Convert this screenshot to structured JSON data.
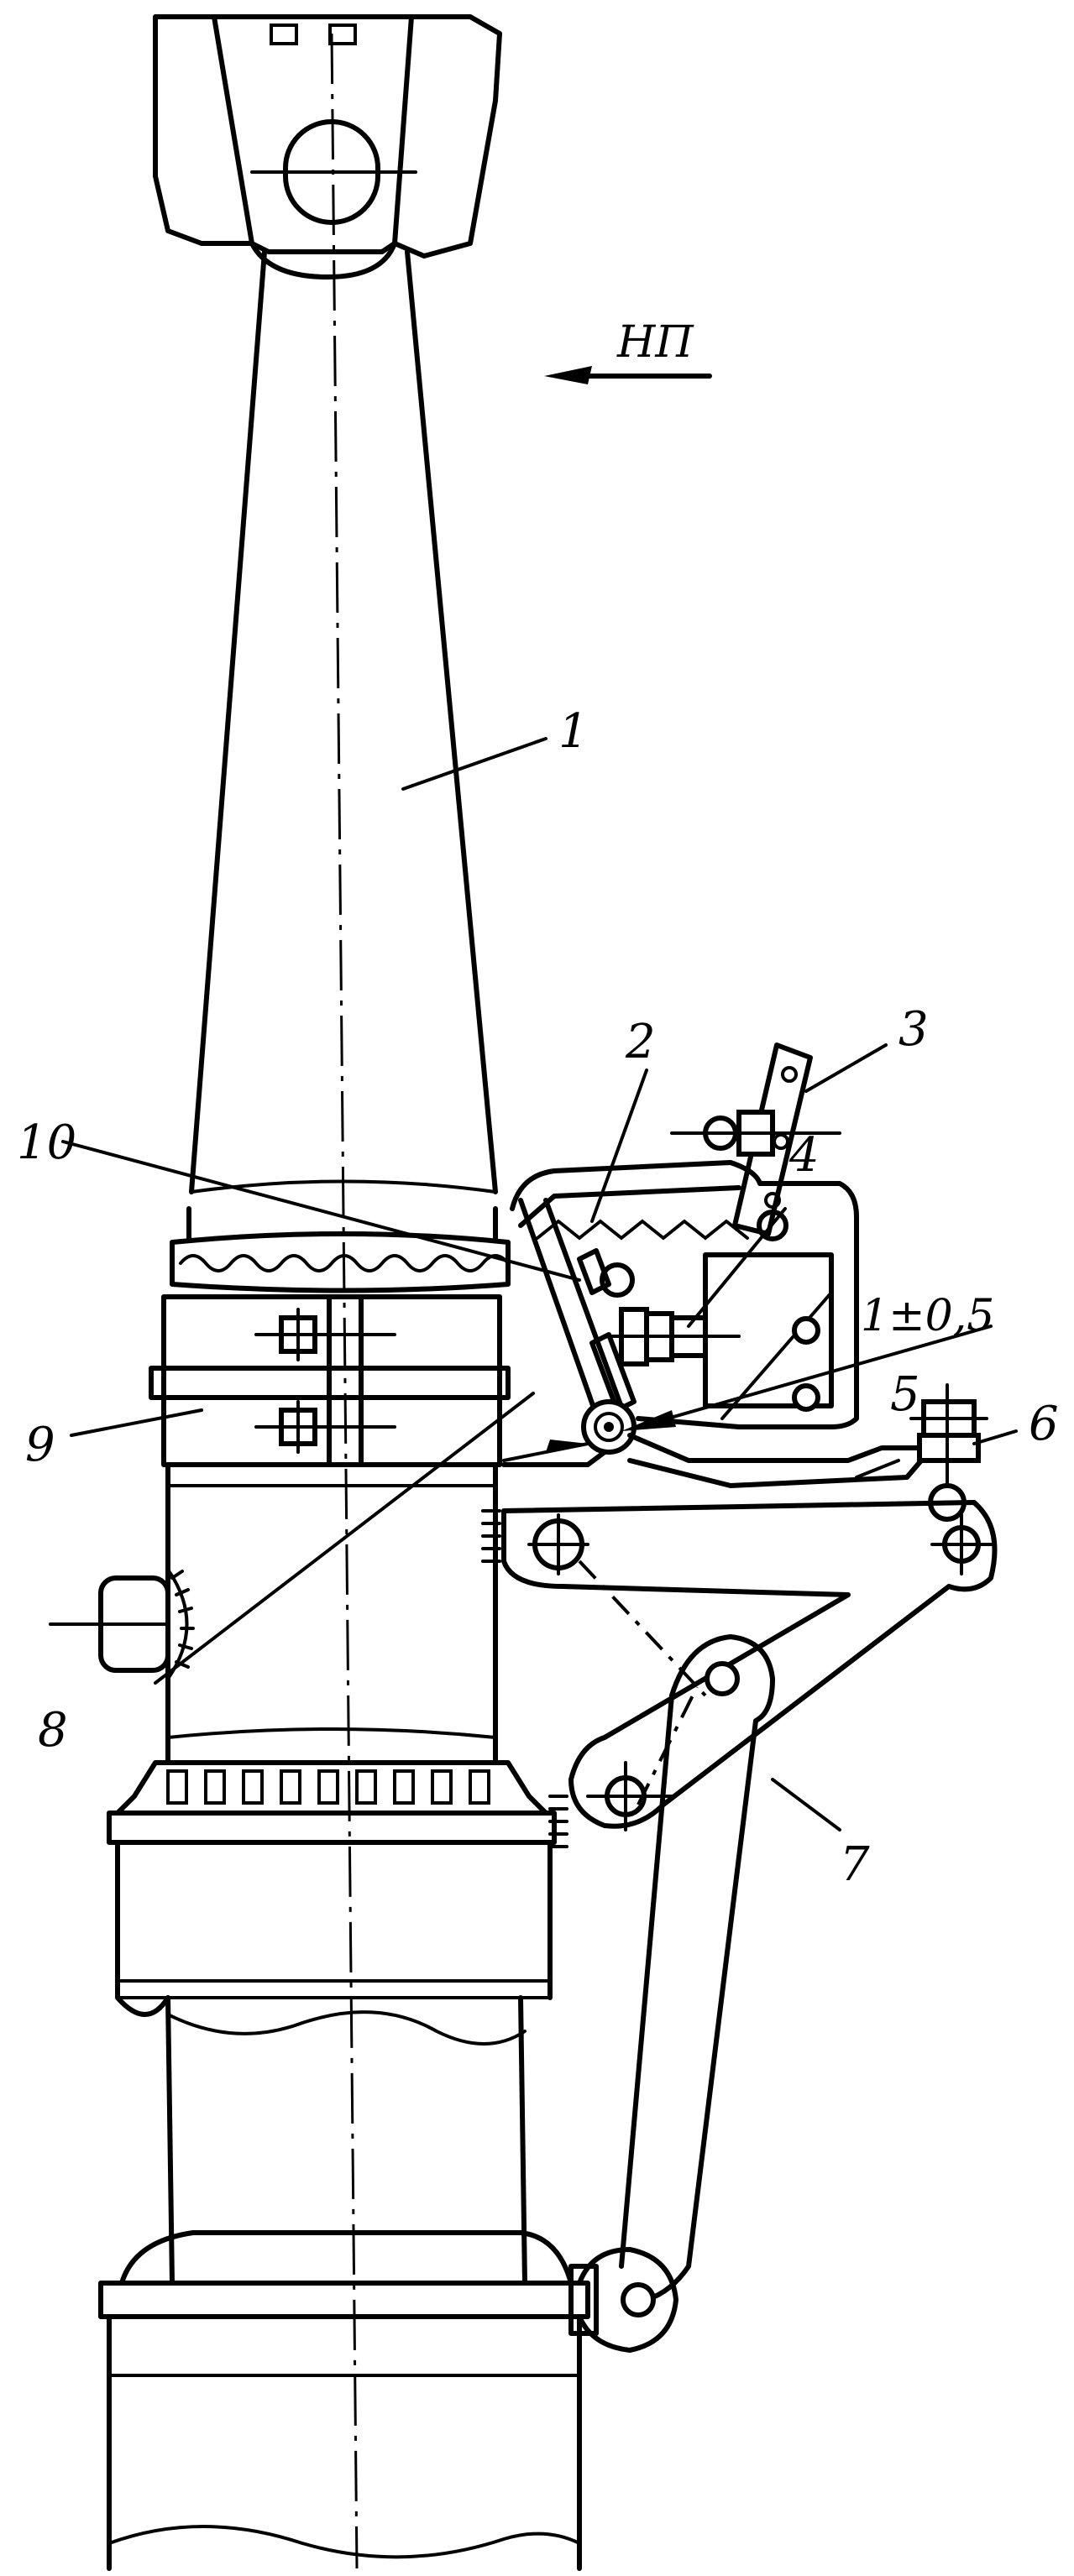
{
  "direction_label": "НП",
  "callouts": {
    "c1": "1",
    "c2": "2",
    "c3": "3",
    "c4": "4",
    "c5": "5",
    "c6": "6",
    "c7": "7",
    "c8": "8",
    "c9": "9",
    "c10": "10"
  },
  "dimension": "1±0,5"
}
